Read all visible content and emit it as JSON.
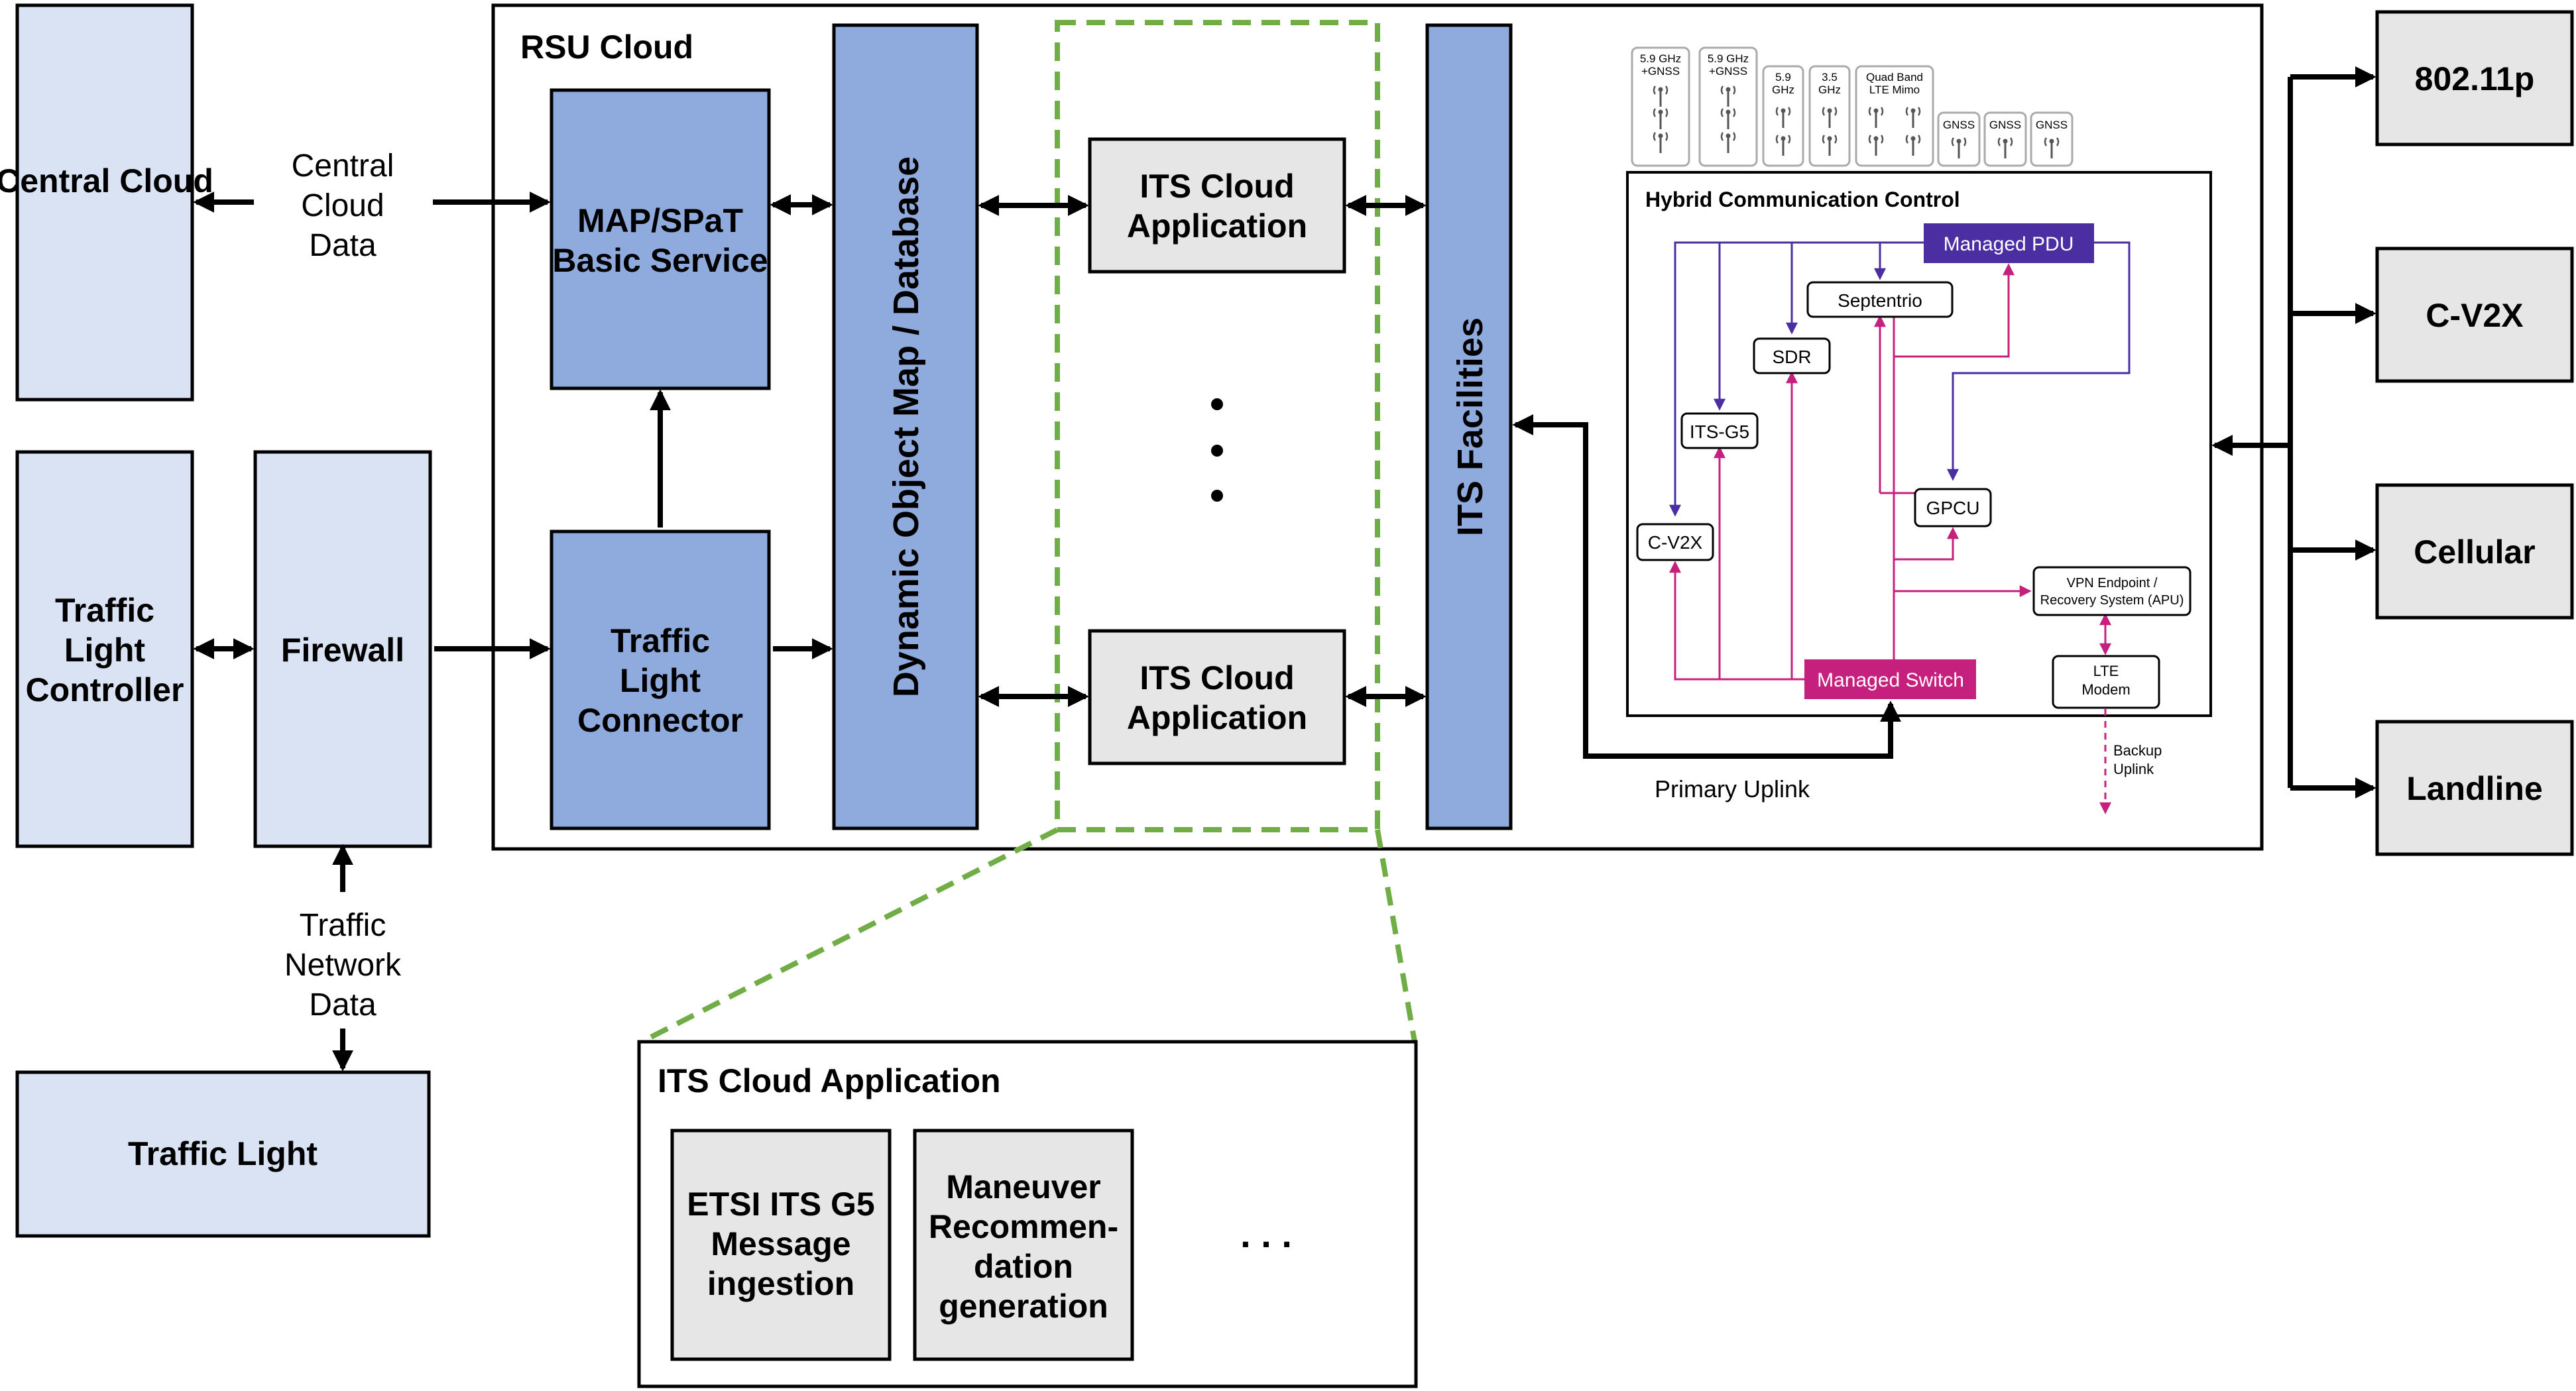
{
  "colors": {
    "light_blue": "#dae3f3",
    "mid_blue": "#8faadc",
    "gray": "#e7e6e6",
    "green_dash": "#70ad47",
    "purple": "#4b2ea2",
    "magenta": "#c5207e"
  },
  "left": {
    "central_cloud": "Central Cloud",
    "central_cloud_data": [
      "Central",
      "Cloud",
      "Data"
    ],
    "traffic_light_controller": [
      "Traffic",
      "Light",
      "Controller"
    ],
    "firewall": "Firewall",
    "traffic_network_data": [
      "Traffic",
      "Network",
      "Data"
    ],
    "traffic_light": "Traffic Light"
  },
  "rsu": {
    "title": "RSU Cloud",
    "map_spat": [
      "MAP/SPaT",
      "Basic Service"
    ],
    "tl_connector": [
      "Traffic",
      "Light",
      "Connector"
    ],
    "dynamic_map": "Dynamic Object Map / Database",
    "its_app": [
      "ITS Cloud",
      "Application"
    ],
    "its_facilities": "ITS Facilities",
    "primary_uplink": "Primary Uplink"
  },
  "hybrid": {
    "title": "Hybrid Communication Control",
    "antennas": [
      {
        "label": [
          "5.9 GHz",
          "+GNSS"
        ],
        "icon": "antenna-icon"
      },
      {
        "label": [
          "5.9 GHz",
          "+GNSS"
        ],
        "icon": "antenna-icon"
      },
      {
        "label": [
          "5.9",
          "GHz"
        ],
        "icon": "antenna-icon"
      },
      {
        "label": [
          "3.5",
          "GHz"
        ],
        "icon": "antenna-icon"
      },
      {
        "label": [
          "Quad Band",
          "LTE Mimo"
        ],
        "icon": "antenna-icon"
      },
      {
        "label": [
          "GNSS"
        ],
        "icon": "antenna-icon"
      },
      {
        "label": [
          "GNSS"
        ],
        "icon": "antenna-icon"
      },
      {
        "label": [
          "GNSS"
        ],
        "icon": "antenna-icon"
      }
    ],
    "managed_pdu": "Managed PDU",
    "septentrio": "Septentrio",
    "sdr": "SDR",
    "its_g5": "ITS-G5",
    "gpcu": "GPCU",
    "c_v2x": "C-V2X",
    "vpn": [
      "VPN Endpoint /",
      "Recovery System (APU)"
    ],
    "managed_switch": "Managed Switch",
    "lte_modem": [
      "LTE",
      "Modem"
    ],
    "backup_uplink": [
      "Backup",
      "Uplink"
    ]
  },
  "right": [
    "802.11p",
    "C-V2X",
    "Cellular",
    "Landline"
  ],
  "detail": {
    "title": "ITS Cloud Application",
    "etsi": [
      "ETSI ITS G5",
      "Message",
      "ingestion"
    ],
    "maneuver": [
      "Maneuver",
      "Recommen-",
      "dation",
      "generation"
    ],
    "ellipsis": ". . ."
  }
}
